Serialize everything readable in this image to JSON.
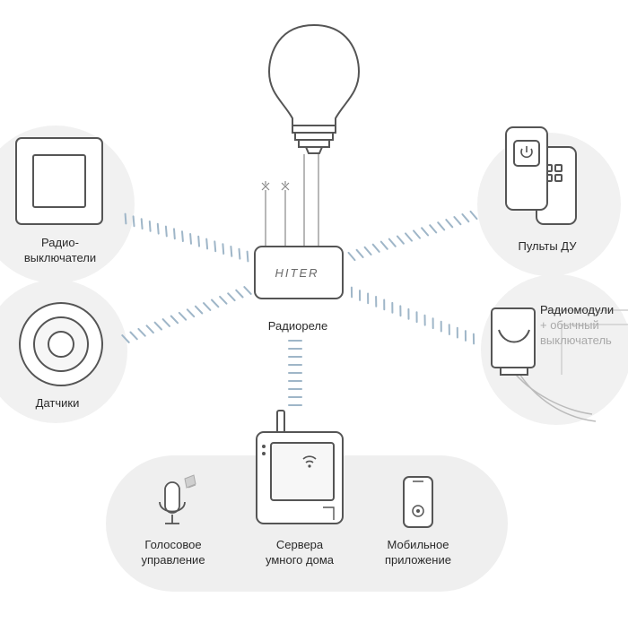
{
  "colors": {
    "background": "#ffffff",
    "circle": "#f1f1f1",
    "panel": "#efefef",
    "outline": "#555555",
    "signal": "#9fb6c8",
    "label": "#2a2a2a",
    "muted": "#a9a9a9"
  },
  "hub": {
    "brand": "HITER",
    "label": "Радиореле"
  },
  "devices": {
    "switches": {
      "label_line1": "Радио-",
      "label_line2": "выключатели",
      "icon": "wall-switch-icon"
    },
    "sensors": {
      "label": "Датчики",
      "icon": "round-sensor-icon"
    },
    "remotes": {
      "label": "Пульты ДУ",
      "icon": "remote-control-icon"
    },
    "radio_modules": {
      "title": "Радиомодули",
      "sub_line1": "+ обычный",
      "sub_line2": "выключатель",
      "icon": "radio-module-icon"
    },
    "lamp": {
      "icon": "light-bulb-icon"
    }
  },
  "bottom": {
    "voice": {
      "label_line1": "Голосовое",
      "label_line2": "управление",
      "icon": "microphone-icon"
    },
    "server": {
      "label_line1": "Сервера",
      "label_line2": "умного дома",
      "icon": "smart-home-server-icon"
    },
    "mobile": {
      "label_line1": "Мобильное",
      "label_line2": "приложение",
      "icon": "smartphone-icon"
    }
  }
}
